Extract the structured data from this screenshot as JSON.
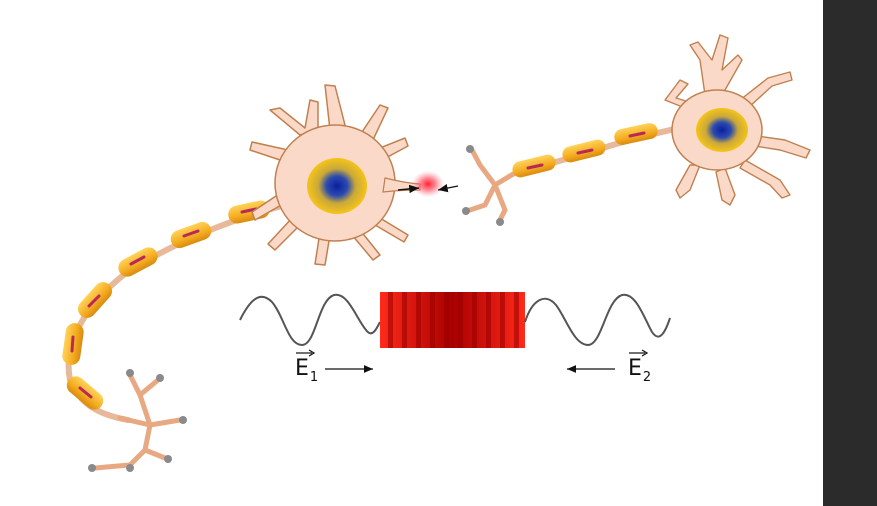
{
  "labels": {
    "e1": {
      "letter": "E",
      "subscript": "1"
    },
    "e2": {
      "letter": "E",
      "subscript": "2"
    }
  },
  "colors": {
    "cytoplasm": "#fbd9c8",
    "membrane": "#c08050",
    "nucleus_outer": "#f2c014",
    "nucleus_inner": "#1a3aa8",
    "myelin": "#f7b62c",
    "node_of_ranvier": "#b82858",
    "synapse_glow": "#ff2a3a",
    "standing_wave": "#e11010",
    "wave_line": "#555555",
    "sidebar": "#2b2b2b"
  },
  "icons": [
    "neuron-left",
    "neuron-right",
    "synapse-glow",
    "standing-wave-block",
    "incident-wave-left",
    "incident-wave-right"
  ]
}
